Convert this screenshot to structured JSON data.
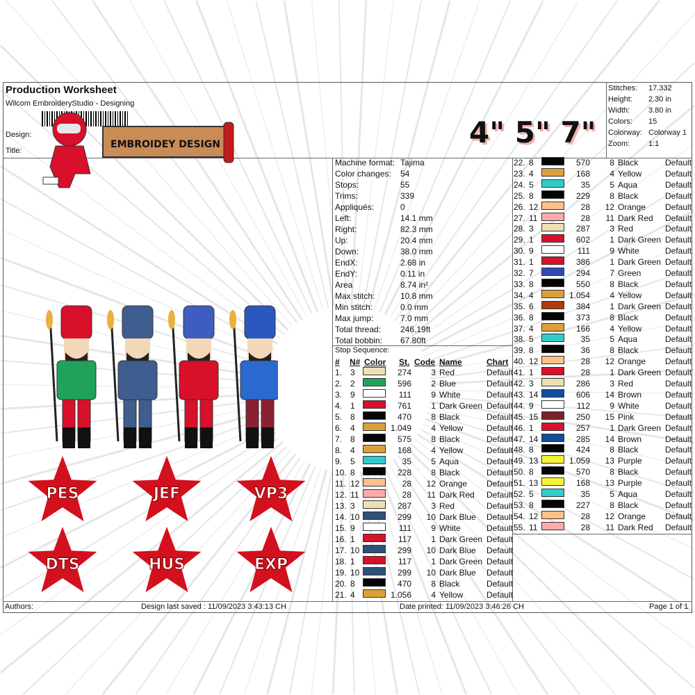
{
  "header": {
    "title": "Production Worksheet",
    "subtitle": "Wilcom EmbroideryStudio - Designing",
    "design_label": "Design:",
    "title_label": "Title:",
    "logo_text": "EMBROIDEY DESIGN",
    "sizes": "4\" 5\" 7\""
  },
  "stats": [
    [
      "Stitches:",
      "17.332"
    ],
    [
      "Height:",
      "2.30 in"
    ],
    [
      "Width:",
      "3.80 in"
    ],
    [
      "Colors:",
      "15"
    ],
    [
      "Colorway:",
      "Colorway 1"
    ],
    [
      "Zoom:",
      "1:1"
    ]
  ],
  "info": [
    [
      "Machine format:",
      "Tajima"
    ],
    [
      "Color changes:",
      "54"
    ],
    [
      "Stops:",
      "55"
    ],
    [
      "Trims:",
      "339"
    ],
    [
      "Appliqués:",
      "0"
    ],
    [
      "Left:",
      "14.1 mm"
    ],
    [
      "Right:",
      "82.3 mm"
    ],
    [
      "Up:",
      "20.4 mm"
    ],
    [
      "Down:",
      "38.0 mm"
    ],
    [
      "EndX:",
      "2.68 in"
    ],
    [
      "EndY:",
      "0.11 in"
    ],
    [
      "Area",
      "8.74 in²"
    ],
    [
      "Max stitch:",
      "10.8 mm"
    ],
    [
      "Min stitch:",
      "0.0 mm"
    ],
    [
      "Max jump:",
      "7.0 mm"
    ],
    [
      "Total thread:",
      "246.19ft"
    ],
    [
      "Total bobbin:",
      "67.80ft"
    ]
  ],
  "stop_sequence_label": "Stop Sequence:",
  "columns": [
    "#",
    "N#",
    "Color",
    "St.",
    "Code",
    "Name",
    "Chart"
  ],
  "colors": {
    "1": "#d8102a",
    "2": "#1fa35a",
    "3": "#ece0b4",
    "4": "#dca03a",
    "5": "#30cccc",
    "6": "#b03a10",
    "7": "#3348b8",
    "8": "#050505",
    "9": "#ffffff",
    "10": "#2f5078",
    "11": "#ffaaaa",
    "12": "#ffc08a",
    "13": "#f6f23a",
    "14": "#0e4e9a",
    "15": "#7a2228"
  },
  "rows": [
    [
      "1.",
      "3",
      "274",
      "3",
      "Red"
    ],
    [
      "2.",
      "2",
      "596",
      "2",
      "Blue"
    ],
    [
      "3.",
      "9",
      "111",
      "9",
      "White"
    ],
    [
      "4.",
      "1",
      "761",
      "1",
      "Dark Green"
    ],
    [
      "5.",
      "8",
      "470",
      "8",
      "Black"
    ],
    [
      "6.",
      "4",
      "1.049",
      "4",
      "Yellow"
    ],
    [
      "7.",
      "8",
      "575",
      "8",
      "Black"
    ],
    [
      "8.",
      "4",
      "168",
      "4",
      "Yellow"
    ],
    [
      "9.",
      "5",
      "35",
      "5",
      "Aqua"
    ],
    [
      "10.",
      "8",
      "228",
      "8",
      "Black"
    ],
    [
      "11.",
      "12",
      "28",
      "12",
      "Orange"
    ],
    [
      "12.",
      "11",
      "28",
      "11",
      "Dark Red"
    ],
    [
      "13.",
      "3",
      "287",
      "3",
      "Red"
    ],
    [
      "14.",
      "10",
      "299",
      "10",
      "Dark Blue"
    ],
    [
      "15.",
      "9",
      "111",
      "9",
      "White"
    ],
    [
      "16.",
      "1",
      "117",
      "1",
      "Dark Green"
    ],
    [
      "17.",
      "10",
      "299",
      "10",
      "Dark Blue"
    ],
    [
      "18.",
      "1",
      "117",
      "1",
      "Dark Green"
    ],
    [
      "19.",
      "10",
      "299",
      "10",
      "Dark Blue"
    ],
    [
      "20.",
      "8",
      "470",
      "8",
      "Black"
    ],
    [
      "21.",
      "4",
      "1.056",
      "4",
      "Yellow"
    ],
    [
      "22.",
      "8",
      "570",
      "8",
      "Black"
    ],
    [
      "23.",
      "4",
      "168",
      "4",
      "Yellow"
    ],
    [
      "24.",
      "5",
      "35",
      "5",
      "Aqua"
    ],
    [
      "25.",
      "8",
      "229",
      "8",
      "Black"
    ],
    [
      "26.",
      "12",
      "28",
      "12",
      "Orange"
    ],
    [
      "27.",
      "11",
      "28",
      "11",
      "Dark Red"
    ],
    [
      "28.",
      "3",
      "287",
      "3",
      "Red"
    ],
    [
      "29.",
      "1",
      "602",
      "1",
      "Dark Green"
    ],
    [
      "30.",
      "9",
      "111",
      "9",
      "White"
    ],
    [
      "31.",
      "1",
      "386",
      "1",
      "Dark Green"
    ],
    [
      "32.",
      "7",
      "294",
      "7",
      "Green"
    ],
    [
      "33.",
      "8",
      "550",
      "8",
      "Black"
    ],
    [
      "34.",
      "4",
      "1.054",
      "4",
      "Yellow"
    ],
    [
      "35.",
      "6",
      "384",
      "1",
      "Dark Green"
    ],
    [
      "36.",
      "8",
      "373",
      "8",
      "Black"
    ],
    [
      "37.",
      "4",
      "166",
      "4",
      "Yellow"
    ],
    [
      "38.",
      "5",
      "35",
      "5",
      "Aqua"
    ],
    [
      "39.",
      "8",
      "36",
      "8",
      "Black"
    ],
    [
      "40.",
      "12",
      "28",
      "12",
      "Orange"
    ],
    [
      "41.",
      "1",
      "28",
      "1",
      "Dark Green"
    ],
    [
      "42.",
      "3",
      "286",
      "3",
      "Red"
    ],
    [
      "43.",
      "14",
      "606",
      "14",
      "Brown"
    ],
    [
      "44.",
      "9",
      "112",
      "9",
      "White"
    ],
    [
      "45.",
      "15",
      "250",
      "15",
      "Pink"
    ],
    [
      "46.",
      "1",
      "257",
      "1",
      "Dark Green"
    ],
    [
      "47.",
      "14",
      "285",
      "14",
      "Brown"
    ],
    [
      "48.",
      "8",
      "424",
      "8",
      "Black"
    ],
    [
      "49.",
      "13",
      "1.059",
      "13",
      "Purple"
    ],
    [
      "50.",
      "8",
      "570",
      "8",
      "Black"
    ],
    [
      "51.",
      "13",
      "168",
      "13",
      "Purple"
    ],
    [
      "52.",
      "5",
      "35",
      "5",
      "Aqua"
    ],
    [
      "53.",
      "8",
      "227",
      "8",
      "Black"
    ],
    [
      "54.",
      "12",
      "28",
      "12",
      "Orange"
    ],
    [
      "55.",
      "11",
      "28",
      "11",
      "Dark Red"
    ]
  ],
  "chart_default": "Default",
  "formats": [
    "PES",
    "JEF",
    "VP3",
    "DTS",
    "HUS",
    "EXP"
  ],
  "footer": {
    "authors": "Authors:",
    "saved": "Design last saved : 11/09/2023 3:43:13 CH",
    "printed": "Date printed: 11/09/2023 3:46:26 CH",
    "page": "Page 1 of 1"
  }
}
